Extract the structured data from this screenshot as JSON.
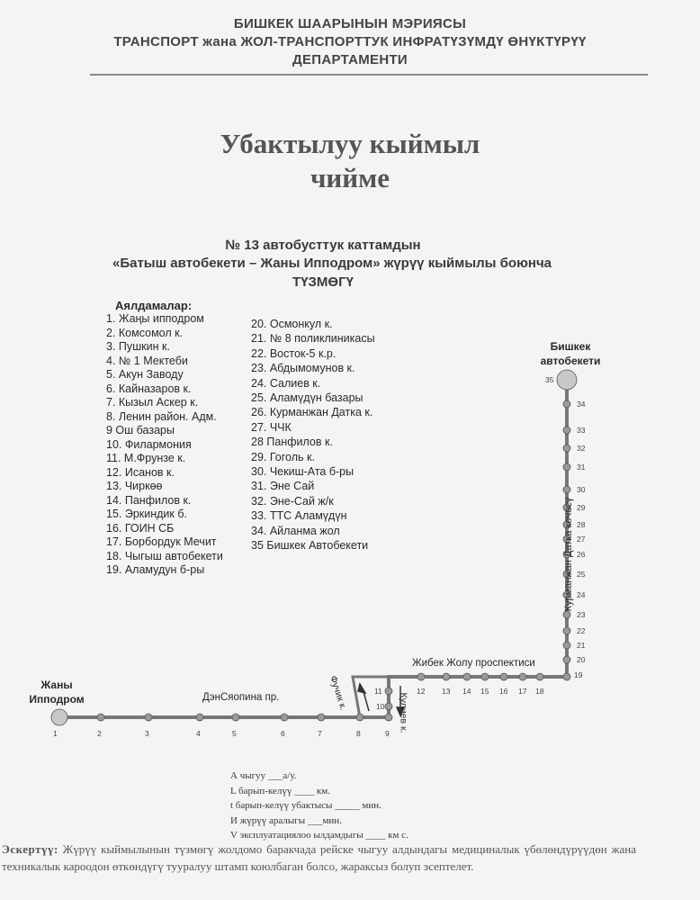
{
  "header": {
    "line1": "БИШКЕК ШААРЫНЫН МЭРИЯСЫ",
    "line2": "ТРАНСПОРТ жана ЖОЛ-ТРАНСПОРТТУК ИНФРАТҮЗҮМДҮ ӨНҮКТҮРҮҮ",
    "line3": "ДЕПАРТАМЕНТИ"
  },
  "title": {
    "line1": "Убактылуу кыймыл",
    "line2": "чийме"
  },
  "subtitle": {
    "line1": "№  13    автобусттук  каттамдын",
    "line2": "«Батыш автобекети – Жаны Ипподром» жүрүү кыймылы боюнча",
    "line3": "ТҮЗМӨГҮ"
  },
  "stops_heading": "Аялдамалар:",
  "stops_col1": [
    "1. Жаңы ипподром",
    "2. Комсомол к.",
    "3. Пушкин к.",
    "4. № 1 Мектеби",
    "5. Акун Заводу",
    "6. Кайназаров к.",
    "7. Кызыл Аскер к.",
    "8. Ленин район. Адм.",
    "9  Ош базары",
    "10. Филармония",
    "11. М.Фрунзе к.",
    "12. Исанов к.",
    "13. Чиркөө",
    "14. Панфилов к.",
    "15. Эркиндик б.",
    "16. ГОИН СБ",
    "17. Борбордук Мечит",
    "18. Чыгыш автобекети",
    "19. Аламудун б-ры"
  ],
  "stops_col2": [
    "20. Осмонкул к.",
    "21. № 8 поликлиникасы",
    "22. Восток-5 к.р.",
    "23. Абдымомунов к.",
    "24. Салиев к.",
    "25. Аламүдүн базары",
    "26. Курманжан Датка к.",
    "27. ЧЧК",
    "28 Панфилов к.",
    "29. Гоголь к.",
    "30. Чекиш-Ата б-ры",
    "31. Эне Сай",
    "32. Эне-Сай ж/к",
    "33. ТТС Аламүдүн",
    "34. Айланма жол",
    "35 Бишкек Автобекети"
  ],
  "map": {
    "start_label": [
      "Жаны",
      "Ипподром"
    ],
    "end_label": [
      "Бишкек",
      "автобекети"
    ],
    "street_1": "ДэнСяопина пр.",
    "street_2": "Жибек Жолу проспектиси",
    "street_3": "Курманжан Датка көчөсү",
    "street_4": "Фучик к.",
    "street_5": "Кулиев к.",
    "bottom_stop_numbers": [
      "1",
      "2",
      "3",
      "4",
      "5",
      "6",
      "7",
      "8",
      "9"
    ],
    "loop_stop_numbers": [
      "10",
      "11",
      "12"
    ],
    "top_stop_numbers": [
      "13",
      "14",
      "15",
      "16",
      "17",
      "18",
      "19"
    ],
    "right_stop_numbers": [
      "20",
      "21",
      "22",
      "23",
      "24",
      "25",
      "26",
      "27",
      "28",
      "29",
      "30",
      "31",
      "32",
      "33",
      "34",
      "35"
    ]
  },
  "form": {
    "line1": "А чыгуу ___а/у.",
    "line2": "L барып-келүү ____ км.",
    "line3": "t барып-келүү убактысы  _____  мин.",
    "line4": "И жүрүү аралыгы ___мин.",
    "line5": "V эксплуатациялоо ылдамдыгы ____ км с."
  },
  "note": {
    "lead": "Эскертүү:",
    "text": "Жүрүү кыймылынын түзмөгү жолдомо баракчада рейске чыгуу алдындагы медициналык үбөлөндүрүүдөн жана техникалык кароодон өткөндүгү тууралуу штамп коюлбаган болсо, жараксыз болуп эсептелет."
  },
  "colors": {
    "route_line": "#777777",
    "stop_fill": "#9a9a9a",
    "terminal_fill": "#c8c8c8",
    "text": "#2a2a2a"
  }
}
